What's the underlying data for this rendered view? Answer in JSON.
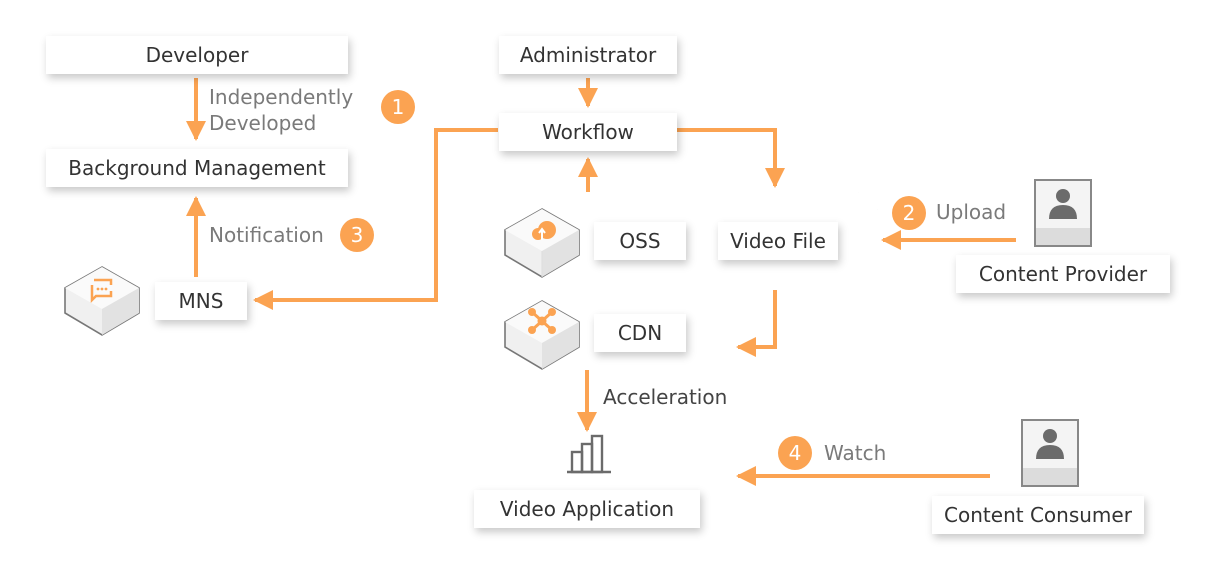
{
  "colors": {
    "accent": "#fba352",
    "box_text": "#333333",
    "label_text": "#7a7a7a",
    "icon_gray": "#6b6b6b"
  },
  "nodes": {
    "developer": "Developer",
    "background_management": "Background Management",
    "administrator": "Administrator",
    "workflow": "Workflow",
    "oss": "OSS",
    "video_file": "Video File",
    "mns": "MNS",
    "cdn": "CDN",
    "content_provider": "Content Provider",
    "video_application": "Video Application",
    "content_consumer": "Content Consumer"
  },
  "edges": {
    "independently_developed": [
      "Independently",
      "Developed"
    ],
    "notification": "Notification",
    "upload": "Upload",
    "acceleration": "Acceleration",
    "watch": "Watch"
  },
  "steps": {
    "one": "1",
    "two": "2",
    "three": "3",
    "four": "4"
  },
  "icons": {
    "oss": "cloud-upload-icon",
    "mns": "message-icon",
    "cdn": "network-hub-icon",
    "video_application": "bar-chart-icon",
    "content_provider": "user-icon",
    "content_consumer": "user-icon"
  }
}
